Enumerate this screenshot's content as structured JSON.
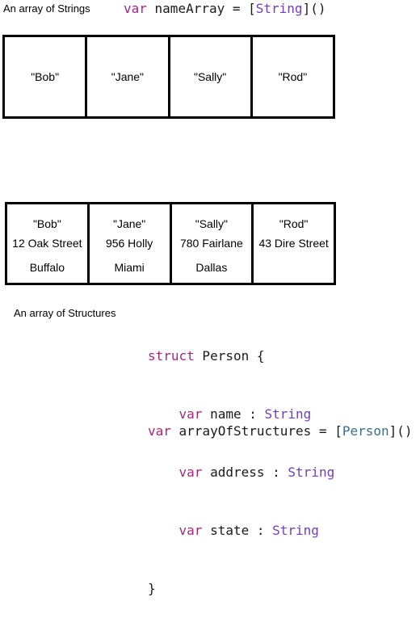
{
  "strings_section": {
    "caption": "An array of Strings",
    "code": {
      "kw": "var",
      "name": " nameArray = [",
      "type": "String",
      "end": "]()"
    },
    "cells": [
      "\"Bob\"",
      "\"Jane\"",
      "\"Sally\"",
      "\"Rod\""
    ]
  },
  "structures_section": {
    "caption": "An array of Structures",
    "cells": [
      {
        "name": "\"Bob\"",
        "address": "12 Oak Street",
        "state": "Buffalo"
      },
      {
        "name": "\"Jane\"",
        "address": "956 Holly",
        "state": "Miami"
      },
      {
        "name": "\"Sally\"",
        "address": "780 Fairlane",
        "state": "Dallas"
      },
      {
        "name": "\"Rod\"",
        "address": "43 Dire Street",
        "state": ""
      }
    ],
    "struct_code": {
      "kw_struct": "struct",
      "header": " Person {",
      "fields": [
        {
          "kw": "var",
          "decl": " name : ",
          "type": "String"
        },
        {
          "kw": "var",
          "decl": " address : ",
          "type": "String"
        },
        {
          "kw": "var",
          "decl": " state : ",
          "type": "String"
        }
      ],
      "close": "}"
    },
    "array_code": {
      "kw": "var",
      "name": " arrayOfStructures = [",
      "type": "Person",
      "end": "]()"
    }
  }
}
